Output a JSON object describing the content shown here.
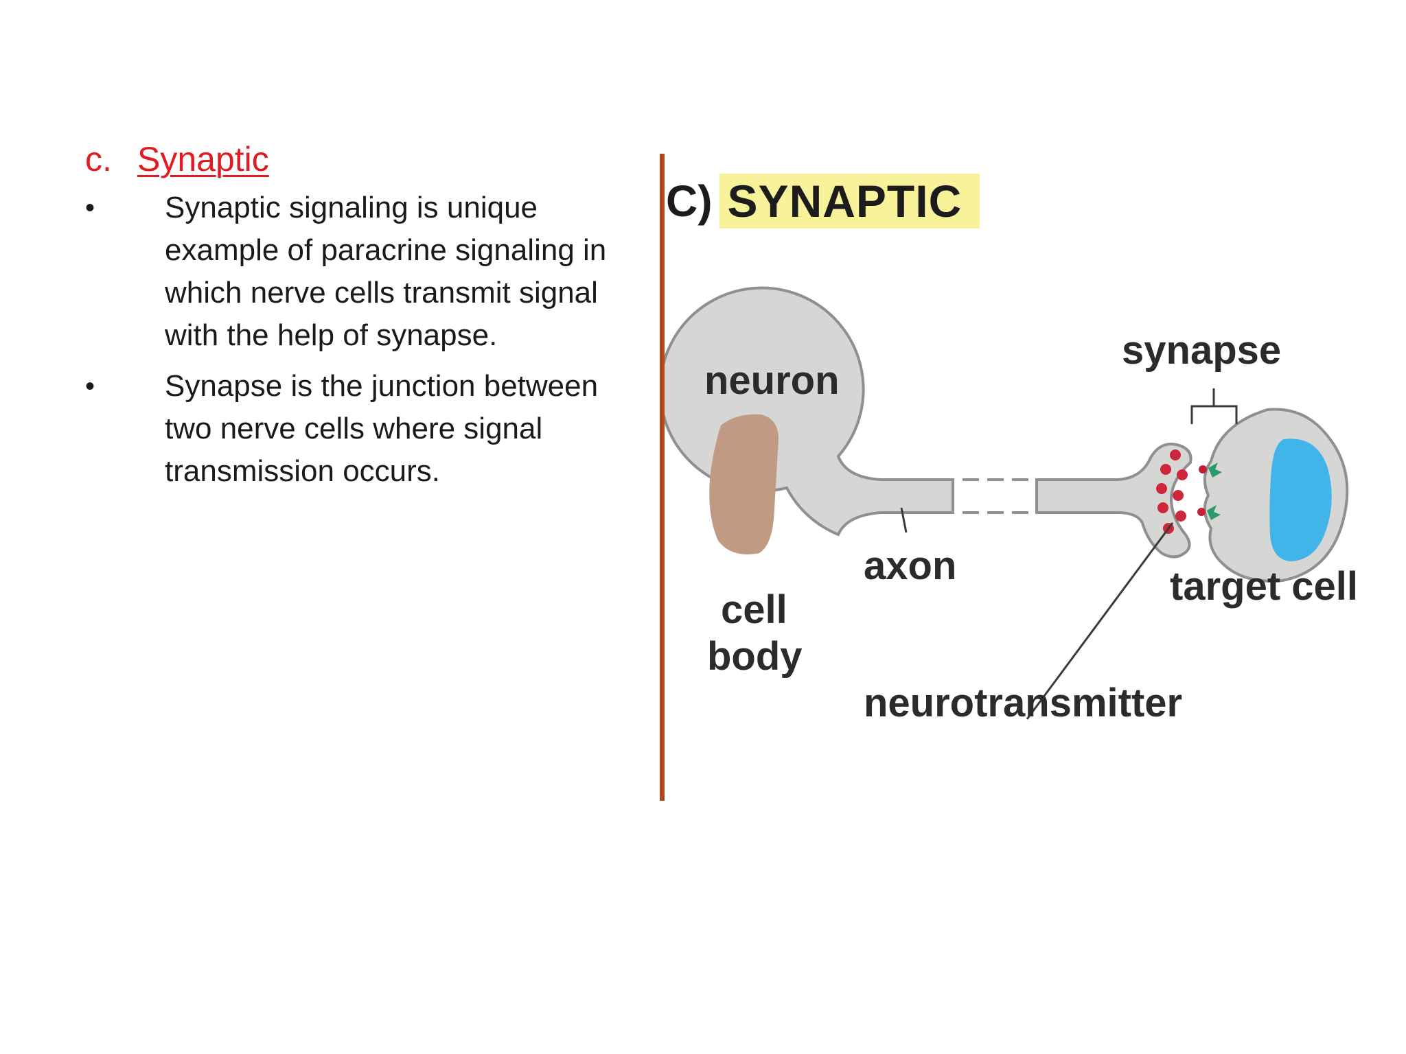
{
  "heading": {
    "letter": "c.",
    "title": "Synaptic"
  },
  "bullets": [
    {
      "marker": "•",
      "text": "Synaptic signaling is unique example of paracrine signaling in which nerve cells transmit signal with the help of synapse."
    },
    {
      "marker": "•",
      "text": "Synapse is the junction between two nerve cells where signal transmission occurs."
    }
  ],
  "figure": {
    "title_letter": "C)",
    "title": "SYNAPTIC",
    "labels": {
      "neuron": "neuron",
      "synapse": "synapse",
      "axon": "axon",
      "cell_body_line1": "cell",
      "cell_body_line2": "body",
      "target_cell": "target cell",
      "neurotransmitter": "neurotransmitter"
    },
    "colors": {
      "cell": "#d6d6d4",
      "outline": "#8f8f8f",
      "nucleus_neuron": "#c09a82",
      "nucleus_target": "#41b4ea",
      "vesicle": "#d0263c",
      "receptor": "#2b9a6a",
      "title_highlight": "#f8f39a",
      "heading": "#e11b22",
      "divider": "#b5471f"
    }
  }
}
